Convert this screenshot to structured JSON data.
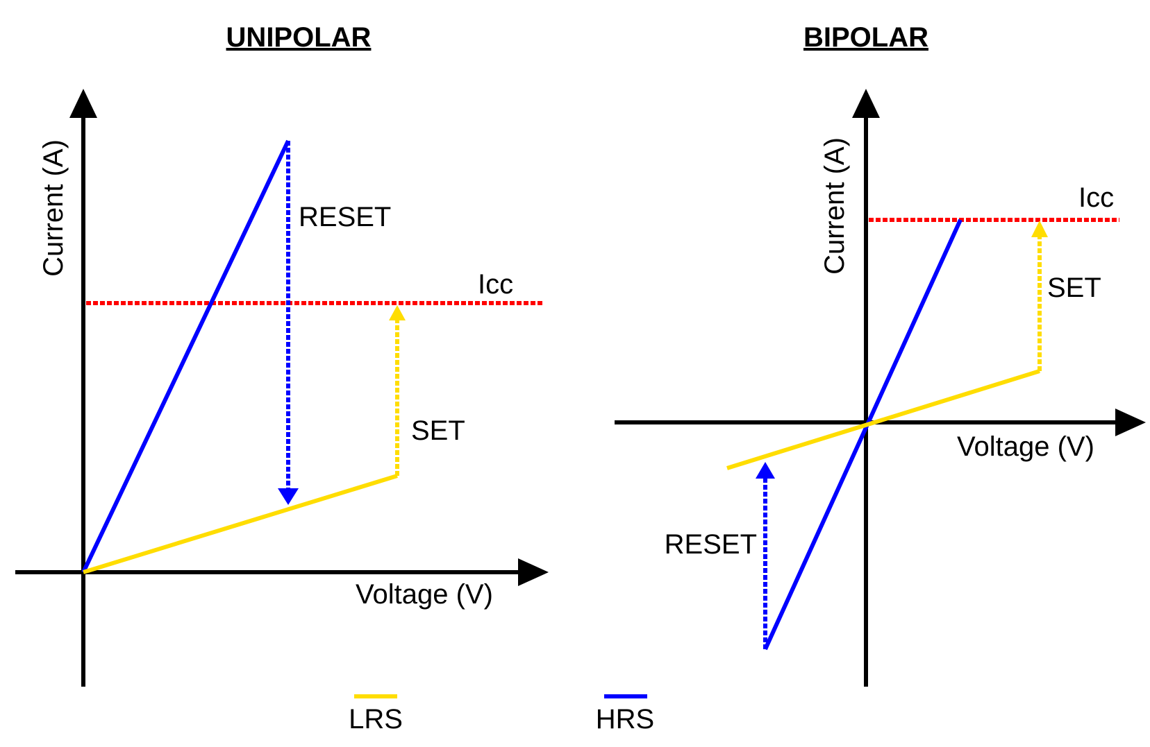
{
  "colors": {
    "axis": "#000000",
    "compliance": "#ff0000",
    "lrs": "#ffdd00",
    "hrs": "#0000ff"
  },
  "unipolar": {
    "title": "UNIPOLAR",
    "ylabel": "Current (A)",
    "xlabel": "Voltage (V)",
    "icc_label": "Icc",
    "reset_label": "RESET",
    "set_label": "SET"
  },
  "bipolar": {
    "title": "BIPOLAR",
    "ylabel": "Current (A)",
    "xlabel": "Voltage (V)",
    "icc_label": "Icc",
    "reset_label": "RESET",
    "set_label": "SET"
  },
  "legend": {
    "lrs": "LRS",
    "hrs": "HRS"
  }
}
